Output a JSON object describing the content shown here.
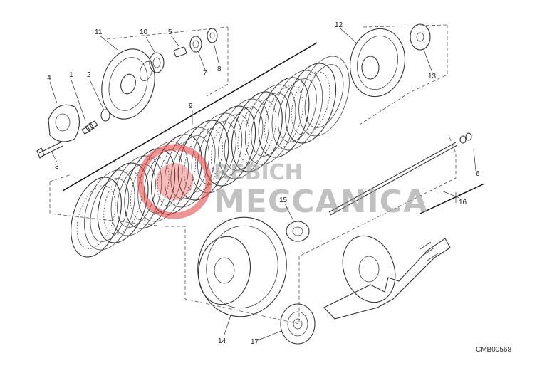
{
  "diagram": {
    "reference_code": "CMB00568",
    "callouts": [
      "1",
      "2",
      "3",
      "4",
      "5",
      "6",
      "7",
      "8",
      "9",
      "10",
      "11",
      "12",
      "13",
      "14",
      "15",
      "16",
      "17"
    ]
  },
  "watermark": {
    "line1": "REBICH",
    "line2": "MECCANICA",
    "logo_color": "#e23a3a"
  }
}
